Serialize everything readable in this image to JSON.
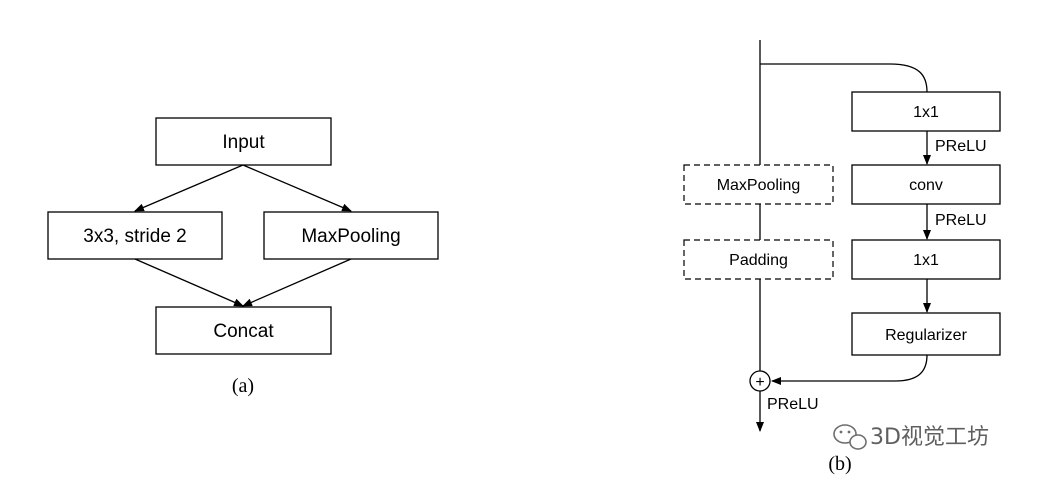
{
  "panel_a": {
    "input_label": "Input",
    "conv_label": "3x3, stride 2",
    "maxpool_label": "MaxPooling",
    "concat_label": "Concat",
    "caption": "(a)"
  },
  "panel_b": {
    "conv1_label": "1x1",
    "act1_label": "PReLU",
    "conv_label": "conv",
    "act2_label": "PReLU",
    "conv2_label": "1x1",
    "regularizer_label": "Regularizer",
    "maxpool_label": "MaxPooling",
    "padding_label": "Padding",
    "sum_symbol": "+",
    "out_act_label": "PReLU",
    "caption": "(b)"
  },
  "watermark": {
    "text": "3D视觉工坊",
    "icon": "wechat-icon"
  }
}
